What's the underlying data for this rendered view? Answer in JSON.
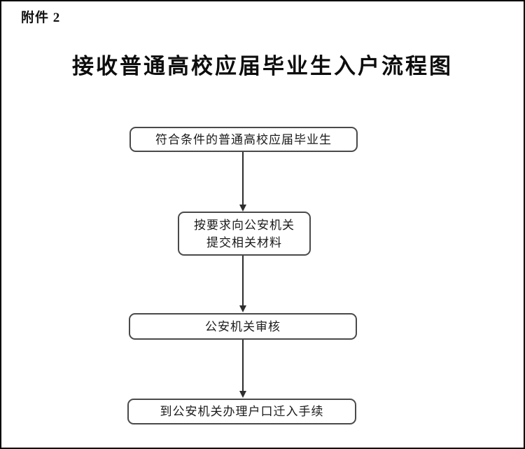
{
  "colors": {
    "page_bg": "#ffffff",
    "frame_border": "#000000",
    "box_border": "#4a4a4a",
    "line": "#2e2e2e",
    "text": "#1a1a1a"
  },
  "header": {
    "attachment_label": "附件 2",
    "title": "接收普通高校应届毕业生入户流程图"
  },
  "flowchart": {
    "nodes": [
      {
        "id": "start",
        "label": "符合条件的普通高校应届毕业生"
      },
      {
        "id": "submit",
        "line1": "按要求向公安机关",
        "line2": "提交相关材料"
      },
      {
        "id": "review",
        "label": "公安机关审核"
      },
      {
        "id": "register",
        "label": "到公安机关办理户口迁入手续"
      }
    ]
  }
}
